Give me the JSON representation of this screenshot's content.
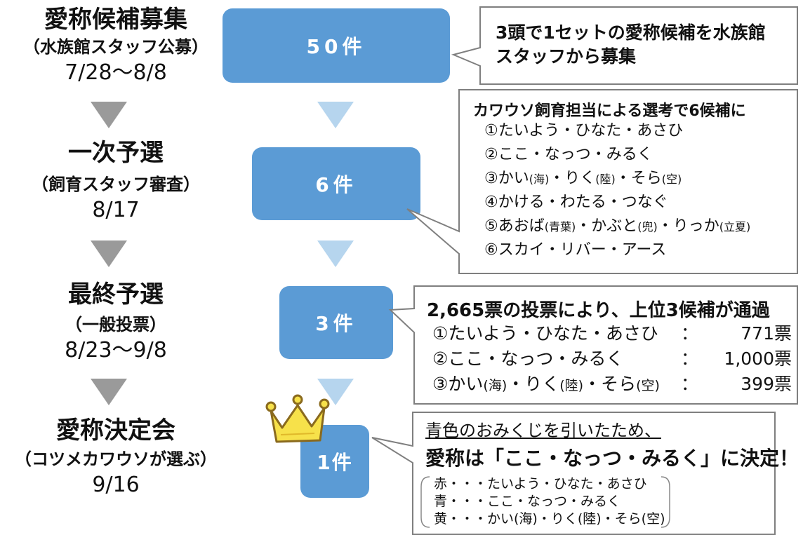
{
  "stages": [
    {
      "title": "愛称候補募集",
      "sub": "（水族館スタッフ公募）",
      "date": "7/28～8/8",
      "count": "50件"
    },
    {
      "title": "一次予選",
      "sub": "（飼育スタッフ審査）",
      "date": "8/17",
      "count": "6件"
    },
    {
      "title": "最終予選",
      "sub": "（一般投票）",
      "date": "8/23～9/8",
      "count": "3件"
    },
    {
      "title": "愛称決定会",
      "sub": "（コツメカワウソが選ぶ）",
      "date": "9/16",
      "count": "1件"
    }
  ],
  "callout1": {
    "line1": "3頭で1セットの愛称候補を水族館",
    "line2": "スタッフから募集"
  },
  "callout2": {
    "heading": "カワウソ飼育担当による選考で6候補に",
    "items": [
      {
        "main": "①たいよう・ひなた・あさひ"
      },
      {
        "main": "②ここ・なっつ・みるく"
      },
      {
        "p1": "③かい",
        "s1": "(海)",
        "p2": "・りく",
        "s2": "(陸)",
        "p3": "・そら",
        "s3": "(空)"
      },
      {
        "main": "④かける・わたる・つなぐ"
      },
      {
        "p1": "⑤あおば",
        "s1": "(青葉)",
        "p2": "・かぶと",
        "s2": "(兜)",
        "p3": "・りっか",
        "s3": "(立夏)"
      },
      {
        "main": "⑥スカイ・リバー・アース"
      }
    ]
  },
  "callout3": {
    "heading": "2,665票の投票により、上位3候補が通過",
    "rows": [
      {
        "name": "①たいよう・ひなた・あさひ",
        "colon": "：",
        "votes": "771票"
      },
      {
        "name": "②ここ・なっつ・みるく",
        "colon": "：",
        "votes": "1,000票"
      },
      {
        "p1": "③かい",
        "s1": "(海)",
        "p2": "・りく",
        "s2": "(陸)",
        "p3": "・そら",
        "s3": "(空)",
        "colon": "：",
        "votes": "399票"
      }
    ]
  },
  "callout4": {
    "line1": "青色のおみくじを引いたため、",
    "line2": "愛称は「ここ・なっつ・みるく」に決定！",
    "omikuji": [
      "赤・・・たいよう・ひなた・あさひ",
      "青・・・ここ・なっつ・みるく",
      "黄・・・かい(海)・りく(陸)・そら(空)"
    ]
  },
  "colors": {
    "box": "#5b9bd5",
    "arrow_gray": "#9a9a9a",
    "arrow_blue": "#b6d5ee",
    "crown": "#f7e14a"
  }
}
